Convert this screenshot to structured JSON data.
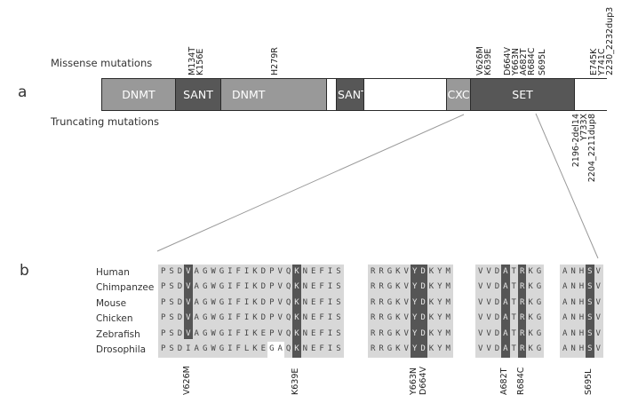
{
  "panel_a": {
    "letter": "a",
    "missense_label": "Missense mutations",
    "truncating_label": "Truncating mutations",
    "domains": [
      {
        "name": "DNMT",
        "color": "#999999",
        "start": 0,
        "end": 83
      },
      {
        "name": "SANT",
        "color": "#575757",
        "start": 83,
        "end": 134
      },
      {
        "name": "DNMT",
        "color": "#999999",
        "start": 134,
        "end": 253,
        "align": "left"
      },
      {
        "name": "",
        "color": "#ffffff",
        "start": 253,
        "end": 264
      },
      {
        "name": "SANT",
        "color": "#575757",
        "start": 264,
        "end": 295,
        "align": "left"
      },
      {
        "name": "",
        "color": "#ffffff",
        "start": 295,
        "end": 388
      },
      {
        "name": "CXC",
        "color": "#999999",
        "start": 388,
        "end": 415
      },
      {
        "name": "SET",
        "color": "#575757",
        "start": 415,
        "end": 532
      },
      {
        "name": "",
        "color": "#ffffff",
        "start": 532,
        "end": 569
      }
    ],
    "missense_groups": [
      {
        "at": 98,
        "labels": [
          "M134T",
          "K156E"
        ]
      },
      {
        "at": 191,
        "labels": [
          "H279R"
        ]
      },
      {
        "at": 422,
        "labels": [
          "V626M",
          "K639E"
        ]
      },
      {
        "at": 453,
        "labels": [
          "D664V",
          "Y663N",
          "A682T",
          "R684C"
        ]
      },
      {
        "at": 492,
        "labels": [
          "S695L"
        ]
      },
      {
        "at": 550,
        "labels": [
          "E745K",
          "Y741C",
          "2230_2232dup3"
        ]
      }
    ],
    "truncating_groups": [
      {
        "at": 530,
        "labels": [
          "2196-2del14",
          "Y733X",
          "2204_2211dup8"
        ]
      }
    ]
  },
  "panel_b": {
    "letter": "b",
    "organisms": [
      "Human",
      "Chimpanzee",
      "Mouse",
      "Chicken",
      "Zebrafish",
      "Drosophila"
    ],
    "blocks": [
      {
        "sequences": [
          "PSDVAGWGIFIKDPVQKNEFIS",
          "PSDVAGWGIFIKDPVQKNEFIS",
          "PSDVAGWGIFIKDPVQKNEFIS",
          "PSDVAGWGIFIKDPVQKNEFIS",
          "PSDVAGWGIFIKEPVQKNEFIS",
          "PSDIAGWGIFLKEGAQKNEFIS"
        ],
        "highlight_columns": [
          3,
          16
        ],
        "highlight_rows": {
          "3": [
            0,
            1,
            2,
            3,
            4
          ],
          "16": [
            0,
            1,
            2,
            3,
            4,
            5
          ]
        },
        "gaps": [
          {
            "row": 5,
            "cols": [
              13,
              14
            ]
          }
        ],
        "mutations": [
          {
            "col": 3,
            "labels": [
              "V626M"
            ]
          },
          {
            "col": 16,
            "labels": [
              "K639E"
            ]
          }
        ]
      },
      {
        "sequences": [
          "RRGKVYDKYM",
          "RRGKVYDKYM",
          "RRGKVYDKYM",
          "RRGKVYDKYM",
          "RRGKVYDKYM",
          "RRGKVYDKYM"
        ],
        "highlight_columns": [
          5,
          6
        ],
        "highlight_rows": {
          "5": [
            0,
            1,
            2,
            3,
            4,
            5
          ],
          "6": [
            0,
            1,
            2,
            3,
            4,
            5
          ]
        },
        "gaps": [],
        "mutations": [
          {
            "col": 5,
            "labels": [
              "Y663N",
              "D664V"
            ]
          }
        ]
      },
      {
        "sequences": [
          "VVDATRKG",
          "VVDATRKG",
          "VVDATRKG",
          "VVDATRKG",
          "VVDATRKG",
          "VVDATRKG"
        ],
        "highlight_columns": [
          3,
          5
        ],
        "highlight_rows": {
          "3": [
            0,
            1,
            2,
            3,
            4,
            5
          ],
          "5": [
            0,
            1,
            2,
            3,
            4,
            5
          ]
        },
        "gaps": [],
        "mutations": [
          {
            "col": 3,
            "labels": [
              "A682T"
            ]
          },
          {
            "col": 5,
            "labels": [
              "R684C"
            ]
          }
        ]
      },
      {
        "sequences": [
          "ANHSV",
          "ANHSV",
          "ANHSV",
          "ANHSV",
          "ANHSV",
          "ANHSV"
        ],
        "highlight_columns": [
          3
        ],
        "highlight_rows": {
          "3": [
            0,
            1,
            2,
            3,
            4,
            5
          ]
        },
        "gaps": [],
        "mutations": [
          {
            "col": 3,
            "labels": [
              "S695L"
            ]
          }
        ]
      }
    ]
  }
}
